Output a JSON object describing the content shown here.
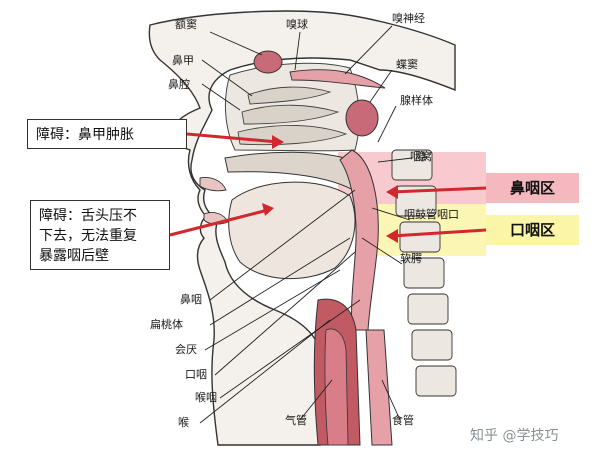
{
  "labels": {
    "frontal_sinus": "额窦",
    "olfactory_bulb": "嗅球",
    "olfactory_nerve": "嗅神经",
    "nasal_concha": "鼻甲",
    "sphenoid_sinus": "蝶窦",
    "nasal_cavity": "鼻腔",
    "adenoid": "腺样体",
    "pharyngeal_recess": "咽隐窝",
    "tubal_tonsil": "咽鼓管咽口",
    "soft_palate": "软腭",
    "nasopharynx": "鼻咽",
    "tonsil": "扁桃体",
    "epiglottis": "会厌",
    "oropharynx": "口咽",
    "laryngopharynx": "喉咽",
    "larynx": "喉",
    "trachea": "气管",
    "esophagus": "食管"
  },
  "callouts": {
    "turbinate": "障碍：鼻甲肿胀",
    "tongue_line1": "障碍：舌头压不",
    "tongue_line2": "下去，无法重复",
    "tongue_line3": "暴露咽后壁"
  },
  "zones": {
    "nasopharynx_tag": "鼻咽区",
    "oropharynx_tag": "口咽区"
  },
  "watermark": "知乎 @学技巧",
  "colors": {
    "nasopharynx_zone": "#f6b8bf",
    "oropharynx_zone": "#fbf5a8",
    "arrow": "#d3272e",
    "tissue_pink": "#e7a3a7",
    "airway_dark": "#c25a64"
  }
}
